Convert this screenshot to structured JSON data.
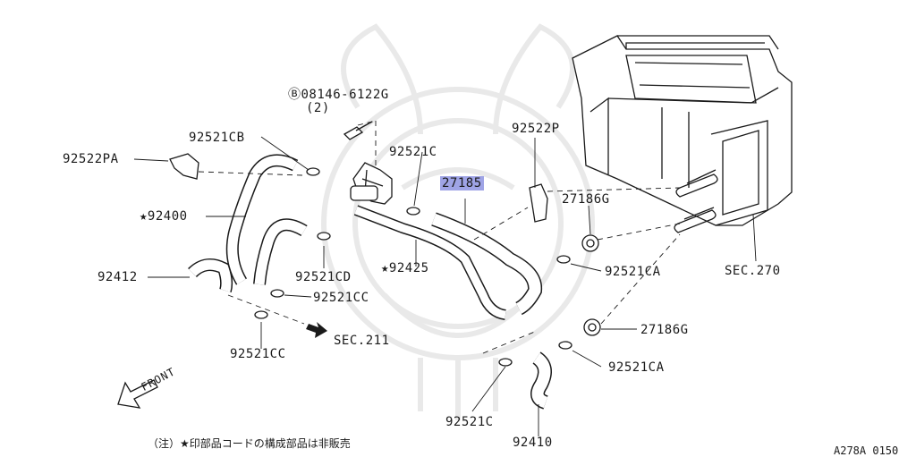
{
  "labels": {
    "bolt": "Ⓑ08146-6122G",
    "bolt_qty": "(2)",
    "p92521CB": "92521CB",
    "p92522PA": "92522PA",
    "p92400": "★92400",
    "p92412": "92412",
    "p92521C_top": "92521C",
    "p92522P": "92522P",
    "p27185": "27185",
    "p27186G_top": "27186G",
    "p92521CD": "92521CD",
    "p92425": "★92425",
    "p92521CC_right": "92521CC",
    "p92521CC_bottom": "92521CC",
    "sec211": "SEC.211",
    "p92521CA_top": "92521CA",
    "sec270": "SEC.270",
    "p27186G_bottom": "27186G",
    "p92521CA_bottom": "92521CA",
    "p92521C_bottom": "92521C",
    "p92410": "92410",
    "front": "FRONT",
    "note": "（注）★印部品コードの構成部品は非販売",
    "diagram_code": "A278A 0150"
  },
  "colors": {
    "highlight": "#9fa4e6",
    "line": "#1a1a1a",
    "watermark": "#e9e9e9"
  }
}
